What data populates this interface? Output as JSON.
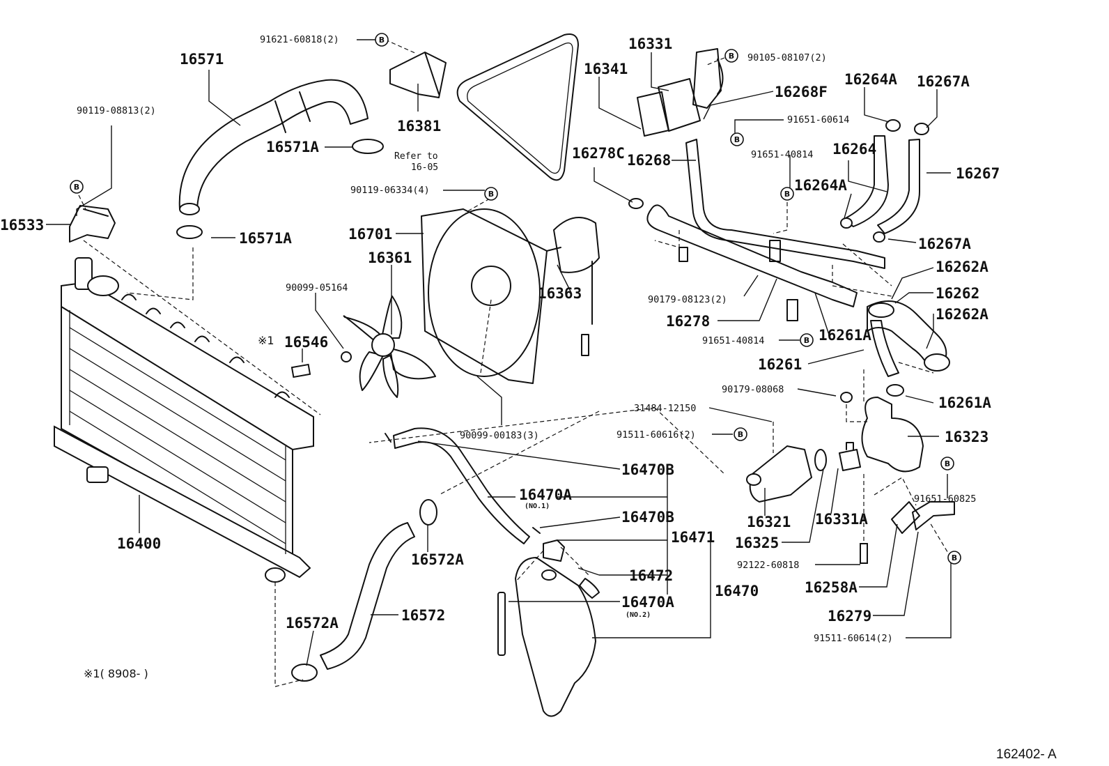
{
  "diagram": {
    "code": "162402- A",
    "note": "※1( 8908-          )",
    "marker": "※1",
    "refer_line1": "Refer to",
    "refer_line2": "16-05",
    "badge_letter": "B",
    "no1": "(NO.1)",
    "no2": "(NO.2)"
  },
  "labels": [
    {
      "id": "16571",
      "text": "16571"
    },
    {
      "id": "91621-60818",
      "text": "91621-60818(2)"
    },
    {
      "id": "16331",
      "text": "16331"
    },
    {
      "id": "90105-08107",
      "text": "90105-08107(2)"
    },
    {
      "id": "16341",
      "text": "16341"
    },
    {
      "id": "16264A-top",
      "text": "16264A"
    },
    {
      "id": "16267A-top",
      "text": "16267A"
    },
    {
      "id": "16268F",
      "text": "16268F"
    },
    {
      "id": "90119-08813",
      "text": "90119-08813(2)"
    },
    {
      "id": "16381",
      "text": "16381"
    },
    {
      "id": "91651-60614",
      "text": "91651-60614"
    },
    {
      "id": "16571A-top",
      "text": "16571A"
    },
    {
      "id": "16278C",
      "text": "16278C"
    },
    {
      "id": "16268",
      "text": "16268"
    },
    {
      "id": "91651-40814-top",
      "text": "91651-40814"
    },
    {
      "id": "16264",
      "text": "16264"
    },
    {
      "id": "16267",
      "text": "16267"
    },
    {
      "id": "16264A-mid",
      "text": "16264A"
    },
    {
      "id": "90119-06334",
      "text": "90119-06334(4)"
    },
    {
      "id": "16533",
      "text": "16533"
    },
    {
      "id": "16701",
      "text": "16701"
    },
    {
      "id": "16571A-bottom",
      "text": "16571A"
    },
    {
      "id": "16267A-bottom",
      "text": "16267A"
    },
    {
      "id": "16361",
      "text": "16361"
    },
    {
      "id": "16262A-top",
      "text": "16262A"
    },
    {
      "id": "90099-05164",
      "text": "90099-05164"
    },
    {
      "id": "16363",
      "text": "16363"
    },
    {
      "id": "16262",
      "text": "16262"
    },
    {
      "id": "90179-08123",
      "text": "90179-08123(2)"
    },
    {
      "id": "16262A-bottom",
      "text": "16262A"
    },
    {
      "id": "16278",
      "text": "16278"
    },
    {
      "id": "16546",
      "text": "16546"
    },
    {
      "id": "91651-40814-bottom",
      "text": "91651-40814"
    },
    {
      "id": "16261A-top",
      "text": "16261A"
    },
    {
      "id": "16261",
      "text": "16261"
    },
    {
      "id": "90179-08068",
      "text": "90179-08068"
    },
    {
      "id": "16261A-bottom",
      "text": "16261A"
    },
    {
      "id": "31484-12150",
      "text": "31484-12150"
    },
    {
      "id": "91511-60616",
      "text": "91511-60616(2)"
    },
    {
      "id": "90099-00183",
      "text": "90099-00183(3)"
    },
    {
      "id": "16323",
      "text": "16323"
    },
    {
      "id": "16470B-top",
      "text": "16470B"
    },
    {
      "id": "91651-60825",
      "text": "91651-60825"
    },
    {
      "id": "16470A-top",
      "text": "16470A"
    },
    {
      "id": "16321",
      "text": "16321"
    },
    {
      "id": "16331A",
      "text": "16331A"
    },
    {
      "id": "16470B-bottom",
      "text": "16470B"
    },
    {
      "id": "16471",
      "text": "16471"
    },
    {
      "id": "16400",
      "text": "16400"
    },
    {
      "id": "16325",
      "text": "16325"
    },
    {
      "id": "16572A-top",
      "text": "16572A"
    },
    {
      "id": "92122-60818",
      "text": "92122-60818"
    },
    {
      "id": "16472",
      "text": "16472"
    },
    {
      "id": "16258A",
      "text": "16258A"
    },
    {
      "id": "16470",
      "text": "16470"
    },
    {
      "id": "16470A-bottom",
      "text": "16470A"
    },
    {
      "id": "16279",
      "text": "16279"
    },
    {
      "id": "16572",
      "text": "16572"
    },
    {
      "id": "16572A-bottom",
      "text": "16572A"
    },
    {
      "id": "91511-60614",
      "text": "91511-60614(2)"
    }
  ]
}
